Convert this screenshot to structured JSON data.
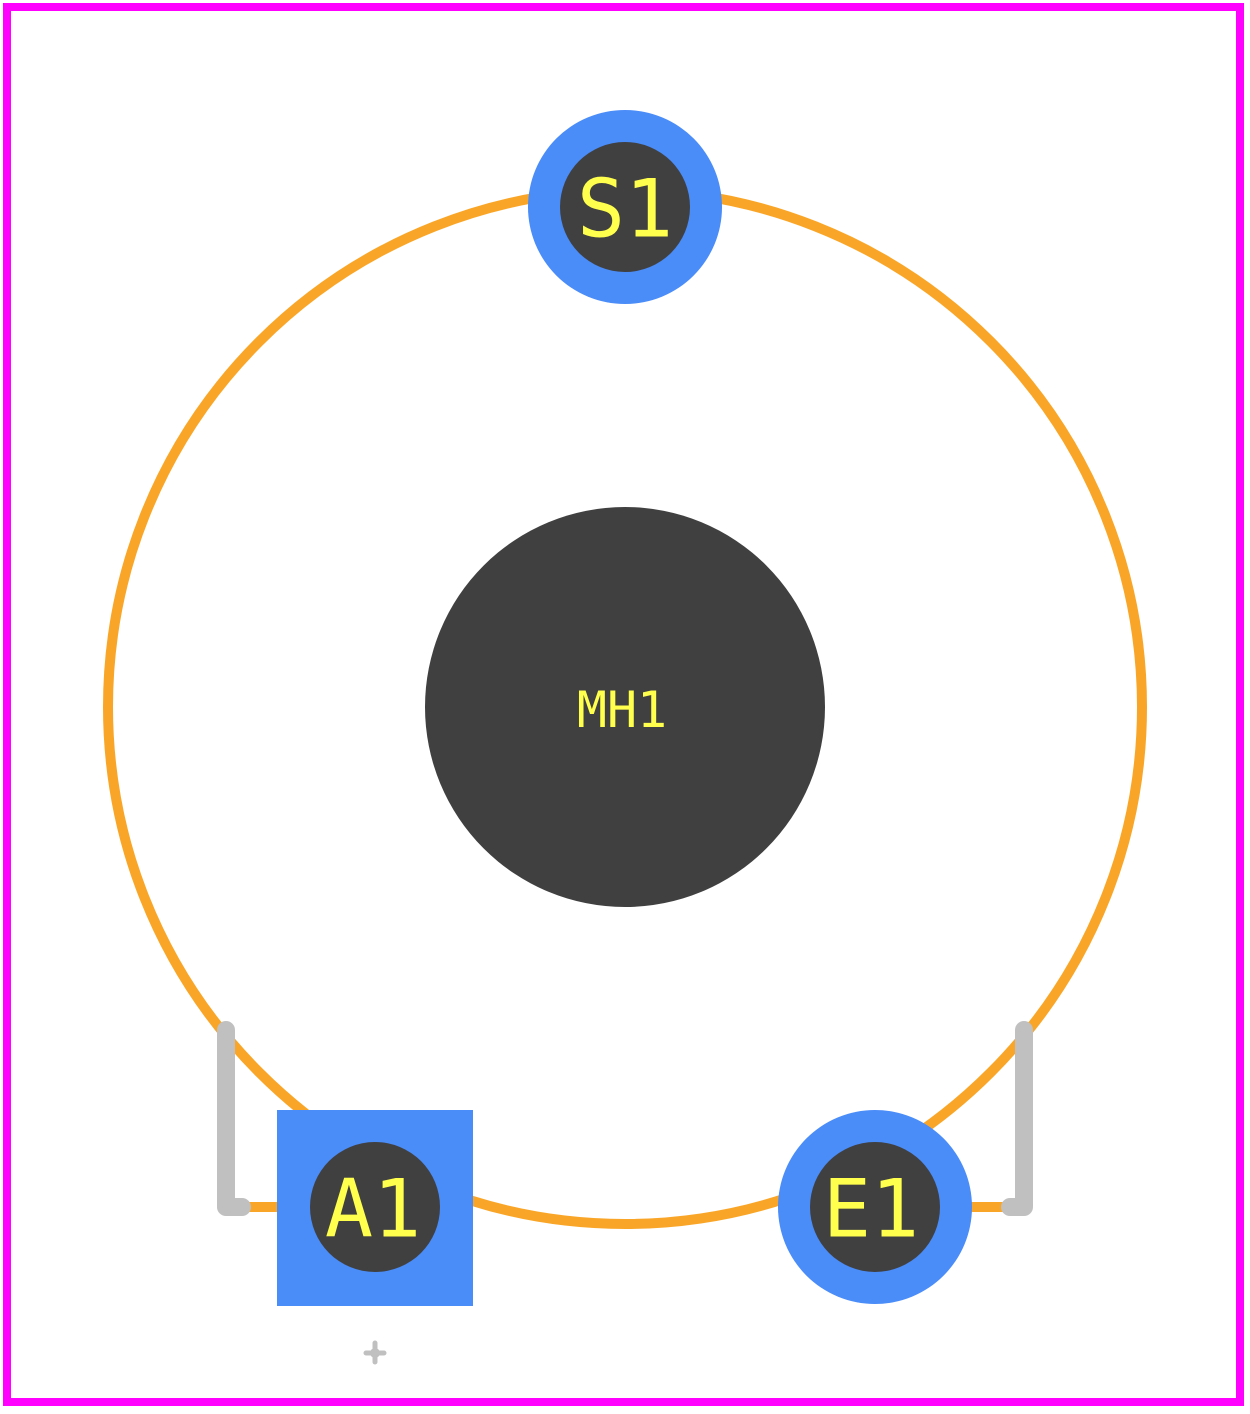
{
  "footprint": {
    "colors": {
      "boundary": "#ff00ff",
      "silkscreen": "#f9a628",
      "copper_pad": "#4a8cf8",
      "drill_hole": "#404040",
      "assembly_outline": "#c0c0c0",
      "label_text": "#ffff4d",
      "background": "#ffffff"
    },
    "pads": {
      "s1": {
        "label": "S1",
        "shape": "round"
      },
      "a1": {
        "label": "A1",
        "shape": "square"
      },
      "e1": {
        "label": "E1",
        "shape": "round"
      }
    },
    "mounting_hole": {
      "label": "MH1"
    },
    "origin_marker": {
      "icon": "crosshair-icon"
    }
  }
}
